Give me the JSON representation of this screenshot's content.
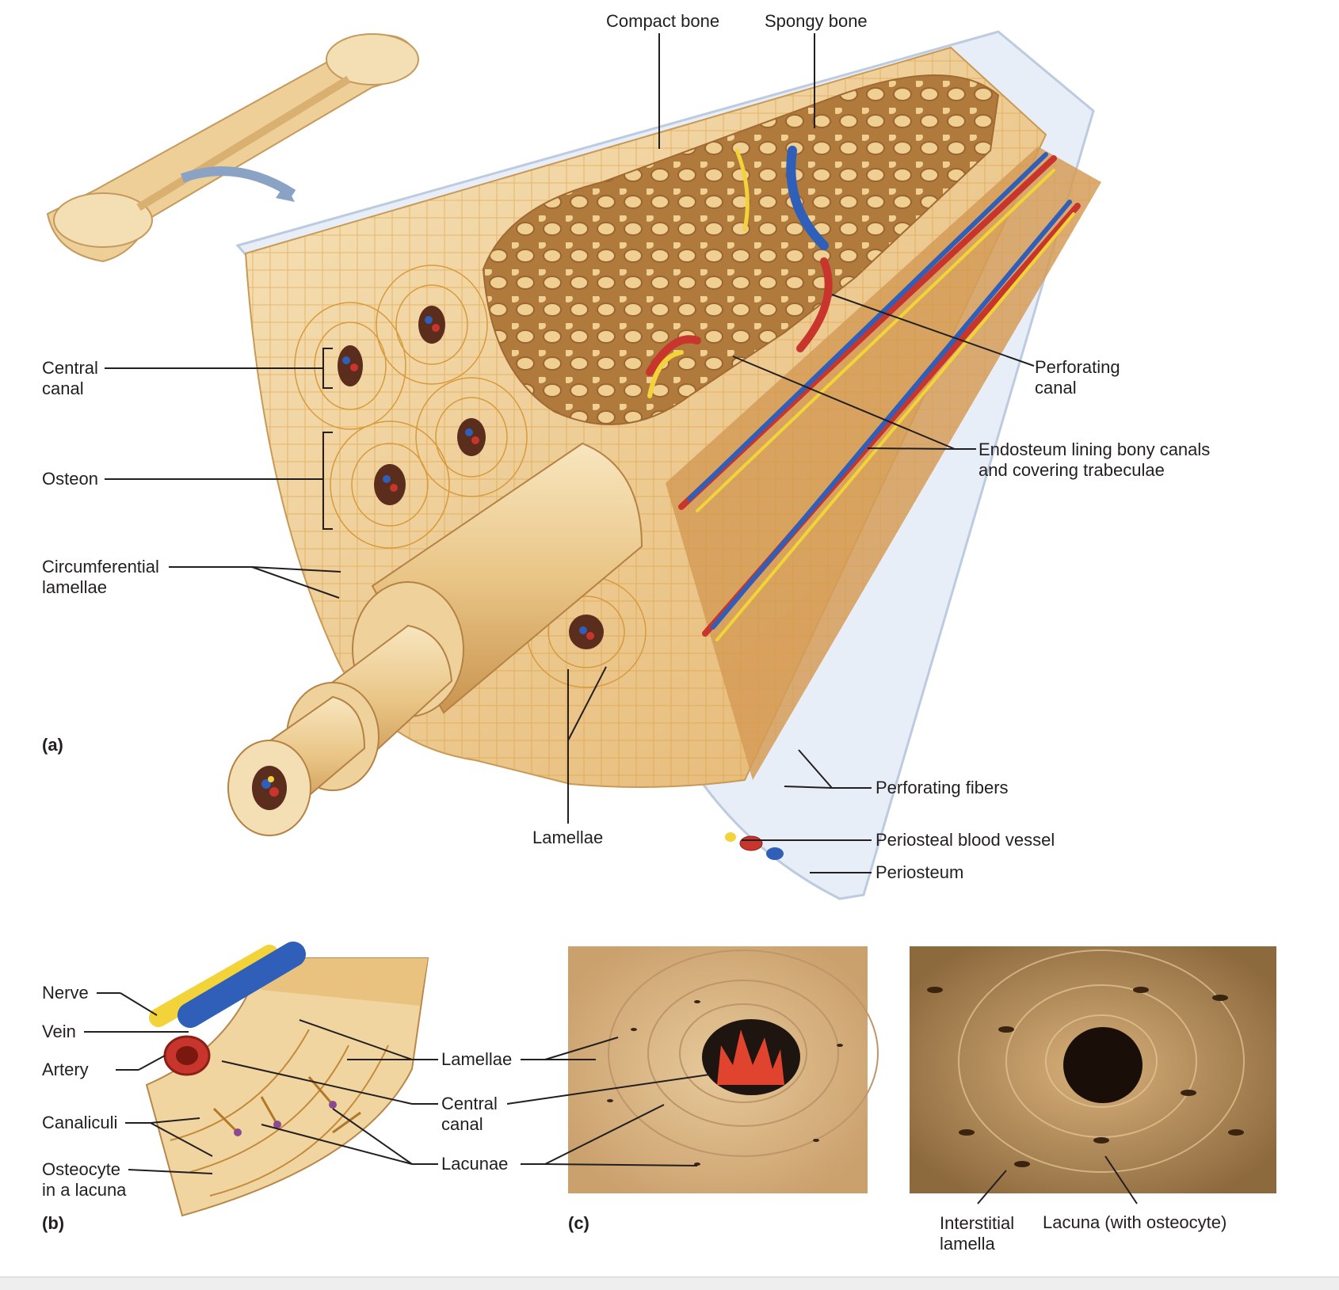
{
  "labels_a": {
    "compact_bone": "Compact bone",
    "spongy_bone": "Spongy bone",
    "central_canal_1": "Central",
    "central_canal_2": "canal",
    "osteon": "Osteon",
    "circumferential_1": "Circumferential",
    "circumferential_2": "lamellae",
    "perforating_canal_1": "Perforating",
    "perforating_canal_2": "canal",
    "endosteum_1": "Endosteum lining bony canals",
    "endosteum_2": "and covering trabeculae",
    "perforating_fibers": "Perforating fibers",
    "periosteal_vessel": "Periosteal blood vessel",
    "periosteum": "Periosteum",
    "lamellae": "Lamellae",
    "panel": "(a)"
  },
  "labels_b": {
    "nerve": "Nerve",
    "vein": "Vein",
    "artery": "Artery",
    "canaliculi": "Canaliculi",
    "osteocyte_1": "Osteocyte",
    "osteocyte_2": "in a lacuna",
    "lamellae": "Lamellae",
    "central_canal_1": "Central",
    "central_canal_2": "canal",
    "lacunae": "Lacunae",
    "panel": "(b)"
  },
  "labels_c": {
    "interstitial_1": "Interstitial",
    "interstitial_2": "lamella",
    "lacuna": "Lacuna (with osteocyte)",
    "panel": "(c)"
  },
  "colors": {
    "bone_light": "#f3dcae",
    "bone_mid": "#e8be7c",
    "bone_dark": "#c89a55",
    "artery": "#c8352c",
    "vein": "#2f5fb8",
    "nerve": "#f2d33a",
    "periosteum": "#dce6f3"
  }
}
